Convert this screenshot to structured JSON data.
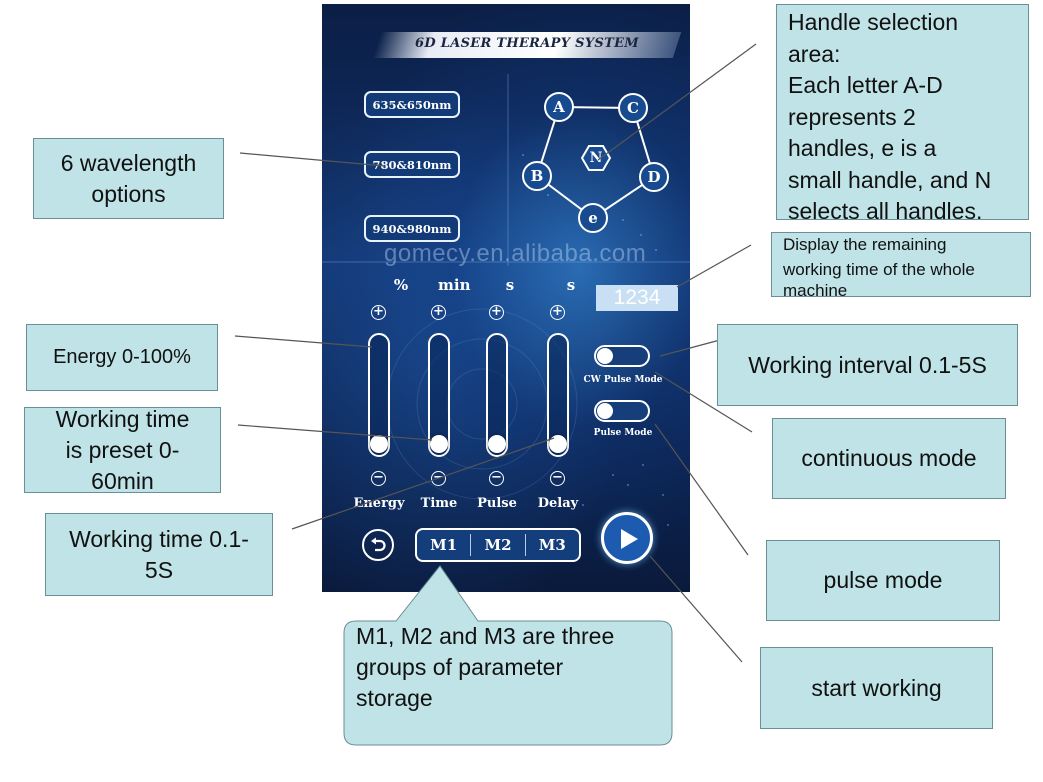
{
  "screen": {
    "title": "6D LASER THERAPY SYSTEM",
    "wavelengths": [
      "635&650nm",
      "780&810nm",
      "940&980nm"
    ],
    "handles": {
      "A": "A",
      "B": "B",
      "C": "C",
      "D": "D",
      "e": "e",
      "N": "N"
    },
    "watermark": "gomecy.en.alibaba.com",
    "units": [
      "%",
      "min",
      "s",
      "s"
    ],
    "remaining_time": "1234",
    "plus_glyph": "+",
    "minus_glyph": "−",
    "sliders": [
      {
        "name": "Energy",
        "level": 0
      },
      {
        "name": "Time",
        "level": 0
      },
      {
        "name": "Pulse",
        "level": 0
      },
      {
        "name": "Delay",
        "level": 0
      }
    ],
    "toggles": {
      "cw_label": "CW Pulse Mode",
      "pulse_label": "Pulse Mode"
    },
    "memory": [
      "M1",
      "M2",
      "M3"
    ],
    "back_icon": "undo-icon",
    "start_icon": "play-icon"
  },
  "callouts": {
    "wavelength": "6 wavelength options",
    "handle": [
      "Handle selection",
      "area:",
      "Each letter A-D",
      "represents 2",
      "handles, e is a",
      "small handle, and N",
      "selects all handles."
    ],
    "remaining": [
      "Display the remaining",
      "working time of the whole",
      "machine"
    ],
    "energy": "Energy 0-100%",
    "working_preset": [
      "Working time",
      "is preset 0-",
      "60min"
    ],
    "interval": "Working interval 0.1-5S",
    "continuous": "continuous mode",
    "working_pulse": [
      "Working time 0.1-",
      "5S"
    ],
    "pulse_mode": "pulse mode",
    "memory": [
      "M1, M2 and M3 are three",
      "groups of parameter",
      "storage"
    ],
    "start": "start working"
  },
  "colors": {
    "callout_bg": "#bfe3e6",
    "screen_dark": "#0b1e45",
    "screen_mid": "#12346f"
  }
}
